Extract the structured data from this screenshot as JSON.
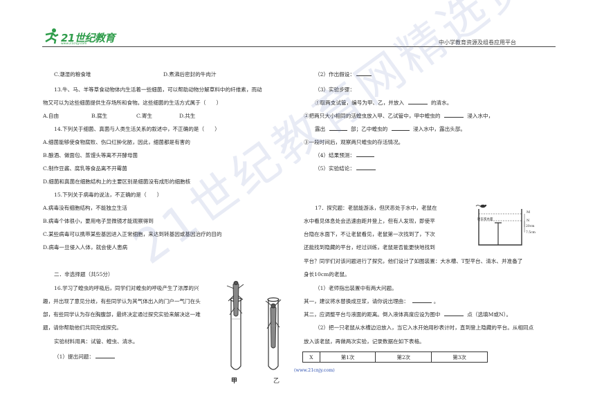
{
  "header": {
    "logo_text": "21世纪教育",
    "logo_url": "www.21cnjy.com",
    "platform": "中小学教育资源及组卷应用平台"
  },
  "left": {
    "opts_12": [
      "C.潮湿的粮食堆",
      "D.煮沸后密封的牛肉汁"
    ],
    "q13_line1": "13.牛、马、羊等草食动物体内生活着一些细菌，可以帮助动物分解草料中的纤维素，而动",
    "q13_line2": "物又可以为这些细菌提供生存场所和食物。这些细菌的生活方式属于（　　）",
    "q13_opts": [
      "A.自由",
      "B.腐生",
      "C.寄生",
      "D.共生"
    ],
    "q14": "14.下列关于细菌、真菌与人类生活关系的叙述中，不正确的是（　　）",
    "q14_A": "A.细菌能够使食物腐败、伤口红肿化脓，因此，细菌都是有害的",
    "q14_B": "B.酿酒、做面包、蒸馒头等离不开酵母菌",
    "q14_C": "C.制作豆酱、腐乳等食品离不开霉菌",
    "q14_D": "D.细菌和真菌在细胞结构上的主要区别是细菌没有成形的细胞核",
    "q15": "15.下列关于病毒的说法，不正确的是（　　）",
    "q15_A": "A.病毒没有细胞结构，不能独立生活",
    "q15_B": "B.病毒个体很小，要用电子显微镜才能观察得到",
    "q15_C": "C.某些病毒可以携带某些基因进入正常细胞，来达到转基因或基因治疗的目的",
    "q15_D": "D.病毒一旦侵入人体，就会使人患病",
    "section2": "二．非选择题（共55分）",
    "q16_l1": "16.学习了蝗虫的呼吸后，同学们对蝗虫的呼吸产生了浓厚的兴",
    "q16_l2": "趣，并出现了意见分歧，有些同学认为其气体出入的门户一气门在头",
    "q16_l3": "部，有些同学认为存在胸腹部，最终决定通过探究实验来解决这一难",
    "q16_l4": "题，请你帮助他们共同完成探究。",
    "q16_materials": "实验材料用具：试管、蝗虫、清水。",
    "q16_ask": "（1）提出问题：",
    "tube_labels": [
      "甲",
      "乙"
    ]
  },
  "right": {
    "hyp": "（2）作出假设：",
    "steps": "（3）实验步骤：",
    "step1": "①取两支试管，编号为甲、乙，并放入",
    "step1_end": "的清水。",
    "step2a": "②把两只大小相同的活蝗虫放入甲、乙试管中，甲中蝗虫的",
    "step2a_end": "浸入水中，",
    "step2b_1": "露出",
    "step2b_2": "部；乙中蝗虫的",
    "step2b_3": "浸入水中，露出头部。",
    "step3": "③一段时间后，观察两只蝗虫的存活情况。",
    "result": "（4）结果预测：",
    "conclusion": "（5）实验结论：",
    "q17_l1": "17．探究题：老鼠能游泳，但厌恶处于水中，老鼠在",
    "q17_l2": "水中看见体息处会迅速由距并登上，但有人发现，即使平",
    "q17_l3": "台隐在水面下，不让老鼠看见，老鼠第一次找到了，下次",
    "q17_l4": "还能找到隐藏的平台，经过训练，老鼠是否能更快地找到",
    "q17_l5": "平台？同学们对该问题进行了探究，他们设计了如图装置：大水槽、T型平台、清水、并准备了",
    "q17_l6": "身长10cm的老鼠。",
    "q17_1": "（1）老师指出装置中有两大问题。",
    "q17_p1": "其一，建议将水替换成豆浆，请你说出理由：",
    "q17_p2": "其二，应调整平台与液面的距离。倒入液体高度应设为图中",
    "q17_p2_end": "点（选填M或N）。",
    "q17_2a": "（2）把一只老鼠从水槽边沿放入，当它入水开始用秒表计时，直到登上隐藏的平台。从相同点",
    "q17_2b": "放入该老鼠，再做两次实验，记录数据在如下表格。",
    "diagram": {
      "tag": "原东浆水面",
      "M": "M",
      "N": "N",
      "d1": "20cm",
      "d2": "7.5cm"
    },
    "table_header": [
      "X",
      "第1次",
      "第2次",
      "第3次"
    ],
    "link": "(www.21cnjy.com)"
  },
  "watermark": "21世纪教育网精选资料"
}
